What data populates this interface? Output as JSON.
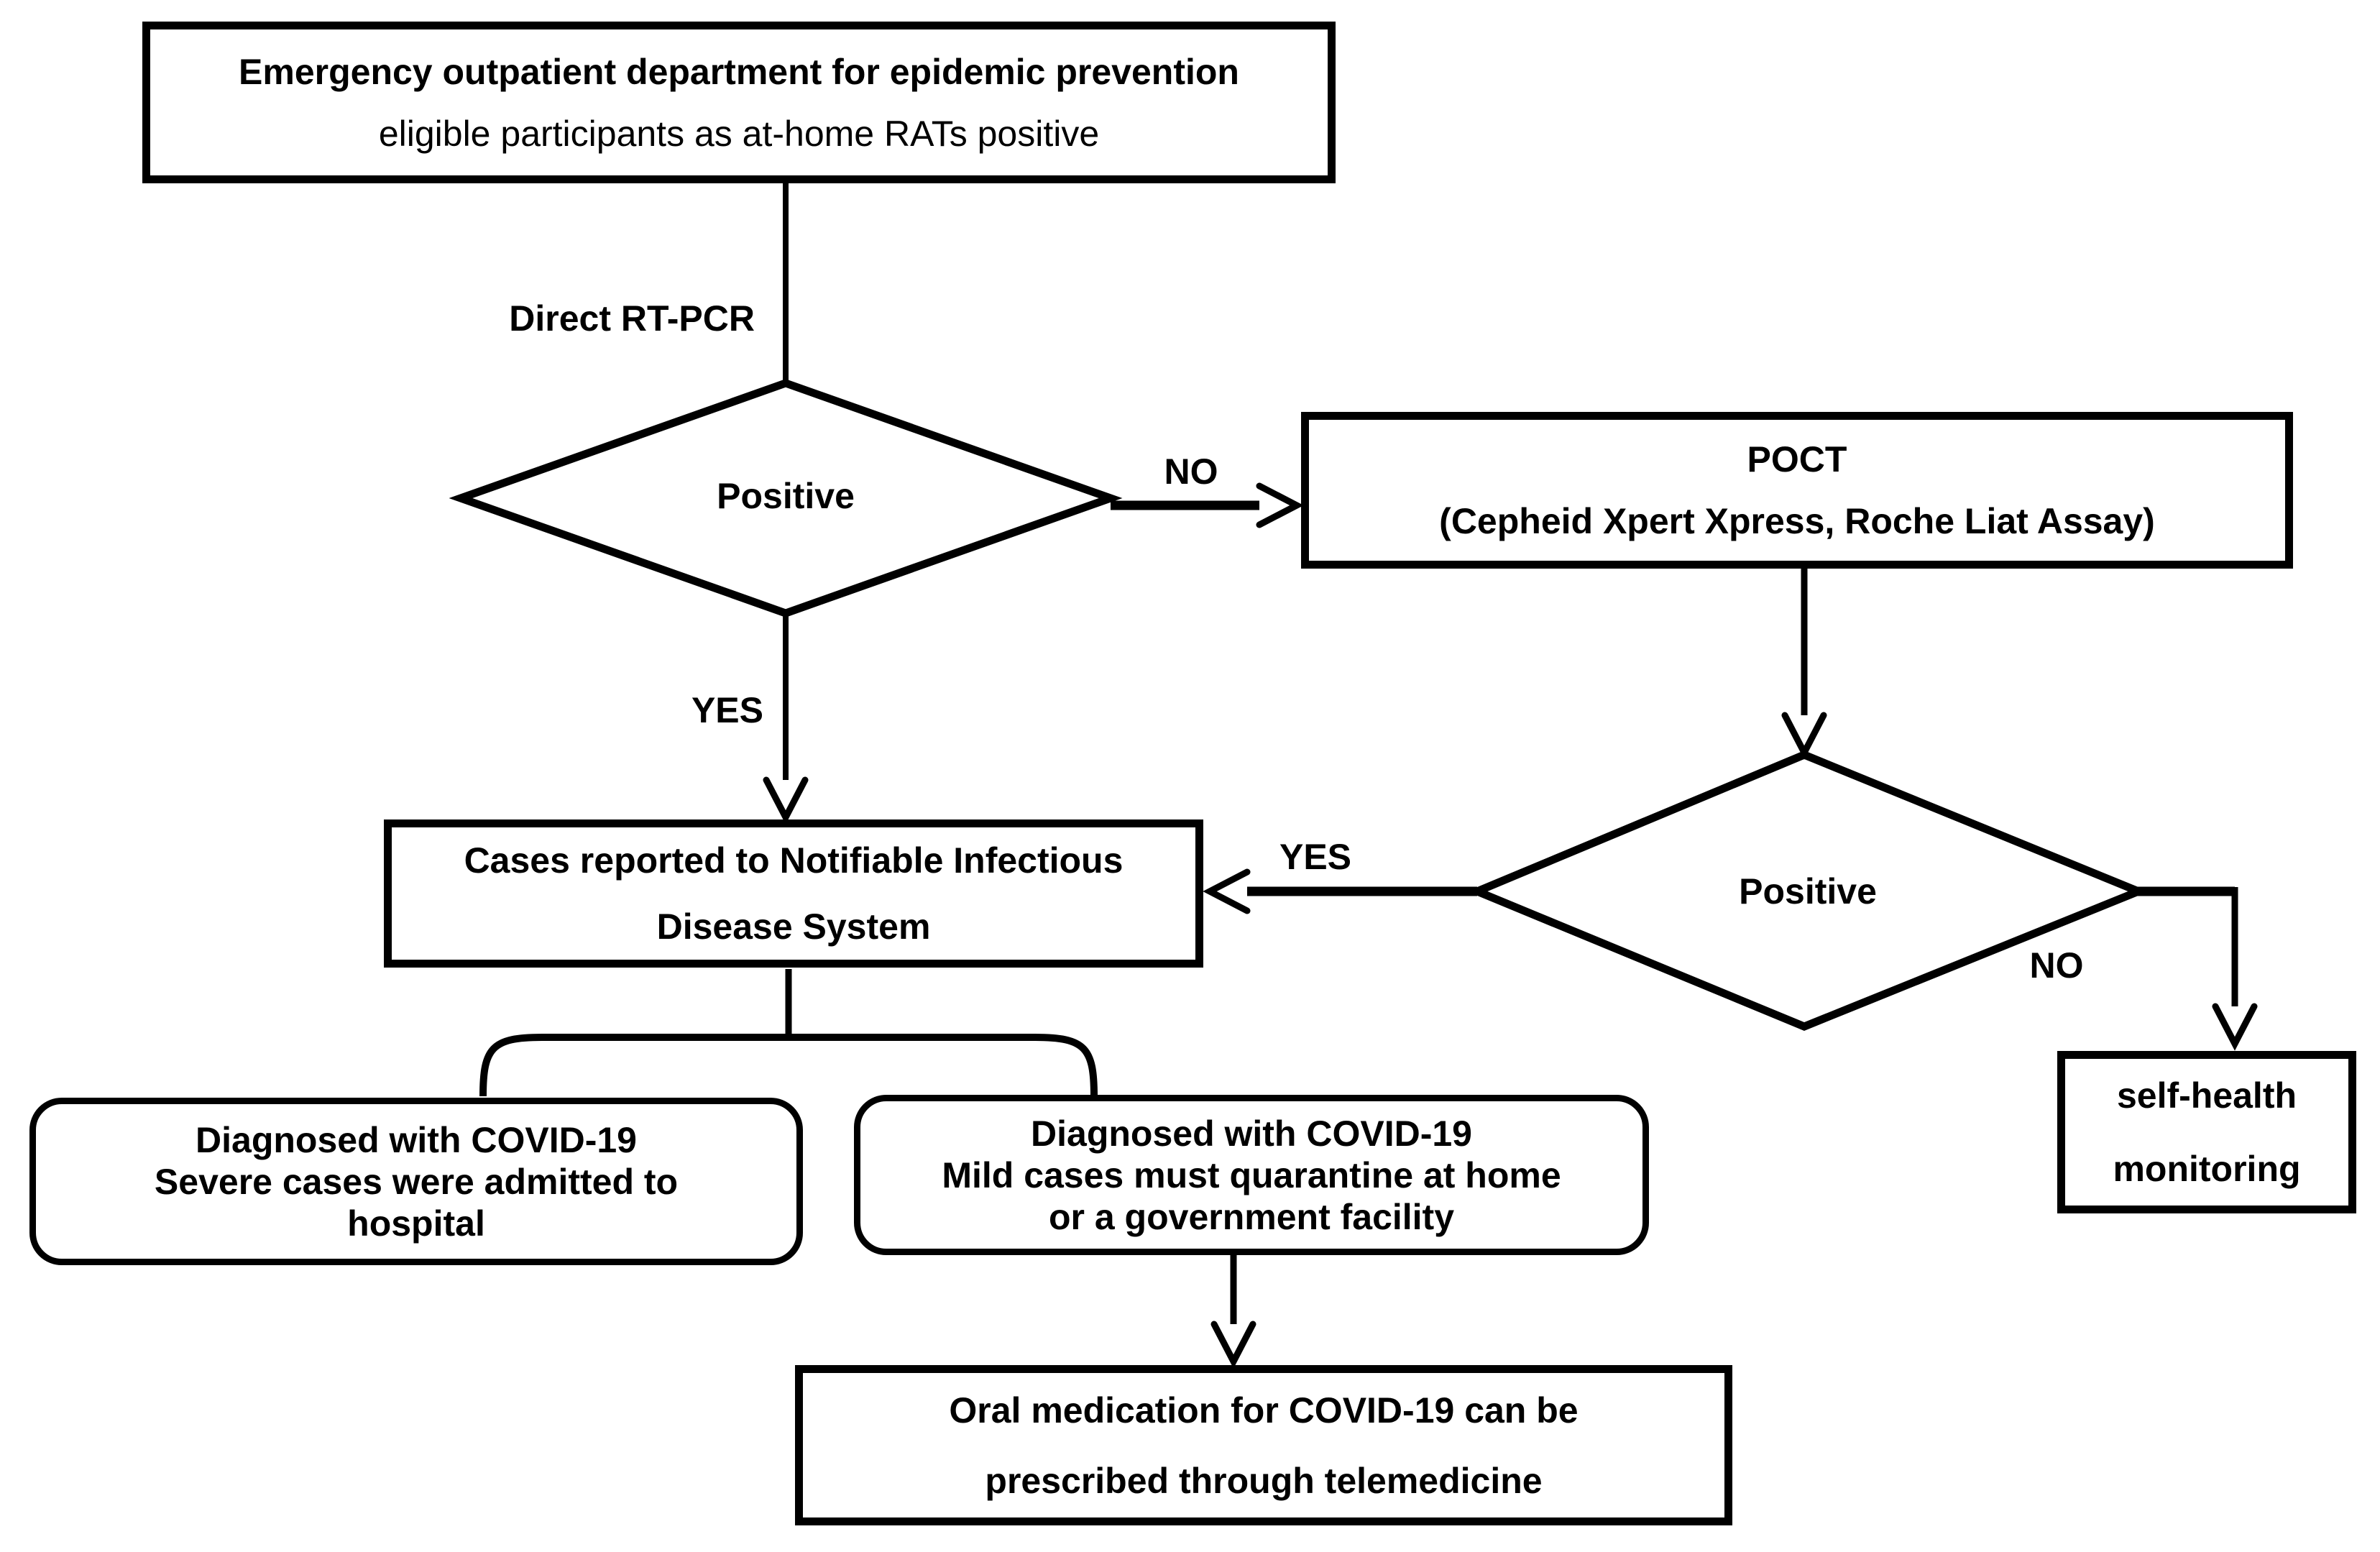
{
  "diagram": {
    "title": "COVID-19 emergency outpatient testing and reporting flowchart",
    "background_color": "#ffffff",
    "line_color": "#000000",
    "nodes": {
      "start": {
        "line1": "Emergency outpatient department for epidemic prevention",
        "line2": "eligible participants as at-home RATs positive"
      },
      "rtpcr_label": "Direct RT-PCR",
      "decision1": {
        "label": "Positive"
      },
      "poct": {
        "line1": "POCT",
        "line2": "(Cepheid Xpert Xpress, Roche Liat Assay)"
      },
      "cases": {
        "line1": "Cases reported to Notifiable Infectious",
        "line2": "Disease System"
      },
      "decision2": {
        "label": "Positive"
      },
      "self_health": {
        "line1": "self-health",
        "line2": "monitoring"
      },
      "severe": {
        "line1": "Diagnosed with COVID-19",
        "line2": "Severe cases were admitted to",
        "line3": "hospital"
      },
      "mild": {
        "line1": "Diagnosed with COVID-19",
        "line2": "Mild cases must quarantine at home",
        "line3": "or a government facility"
      },
      "oral": {
        "line1": "Oral medication for COVID-19 can be",
        "line2": "prescribed through telemedicine"
      }
    },
    "edge_labels": {
      "no1": "NO",
      "yes1": "YES",
      "yes2": "YES",
      "no2": "NO"
    }
  }
}
